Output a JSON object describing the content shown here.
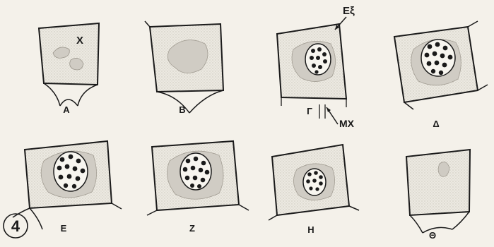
{
  "figure_number": "4",
  "panels": [
    {
      "label": "Α",
      "stage": "early"
    },
    {
      "label": "Β",
      "stage": "early"
    },
    {
      "label": "Γ",
      "stage": "nucleus"
    },
    {
      "label": "Δ",
      "stage": "nucleus"
    },
    {
      "label": "Ε",
      "stage": "nucleus"
    },
    {
      "label": "Ζ",
      "stage": "nucleus"
    },
    {
      "label": "Η",
      "stage": "nucleus-small"
    },
    {
      "label": "Θ",
      "stage": "late"
    }
  ],
  "annotations": {
    "x_label": "Χ",
    "exo_label": "Εξ",
    "mx_label": "ΜΧ"
  },
  "colors": {
    "paper": "#f4f1ea",
    "ink": "#1a1a1a",
    "cytoplasm": "#d9d6cf"
  }
}
